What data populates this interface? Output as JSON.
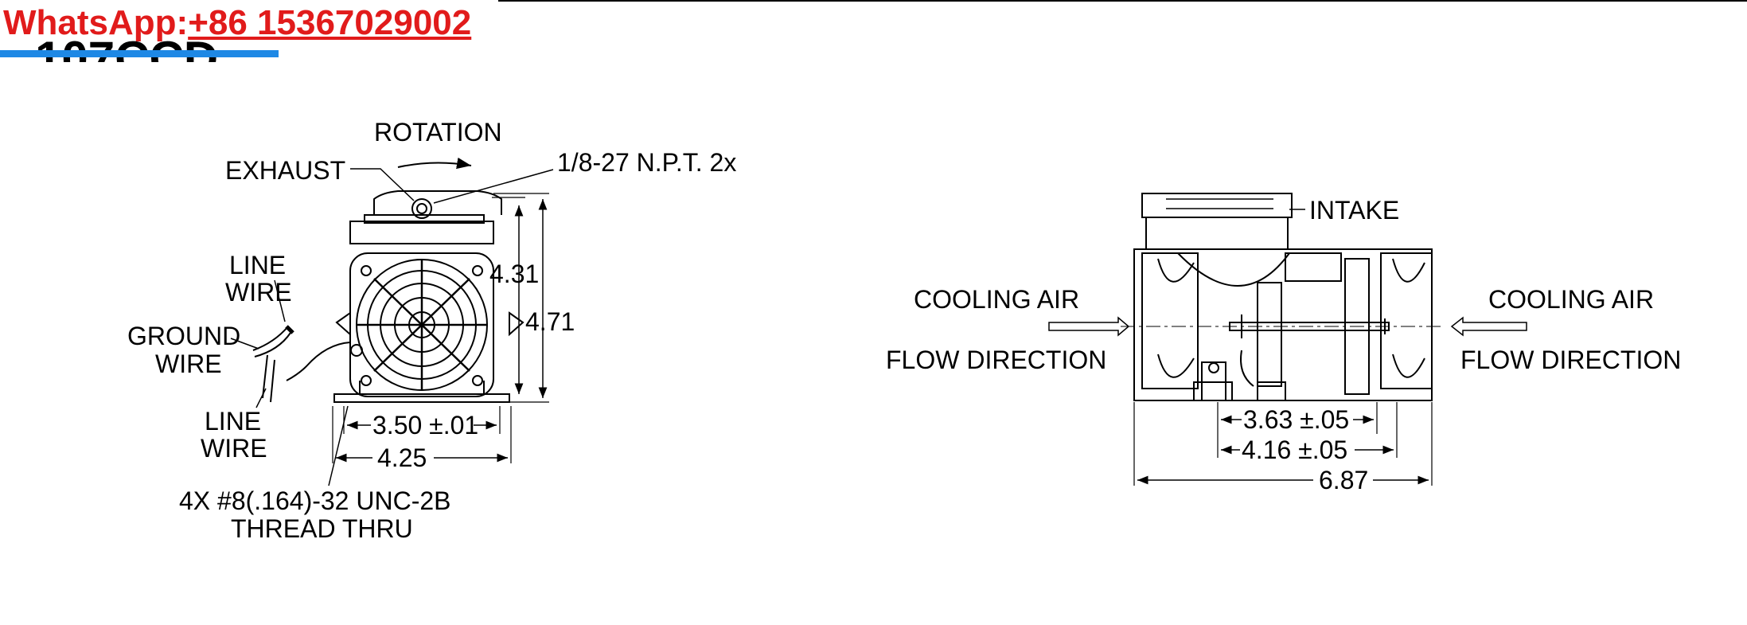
{
  "watermark": {
    "prefix": "WhatsApp:",
    "phone": "+86 15367029002",
    "color": "#e11b1b",
    "bar_color": "#1e88e5"
  },
  "model": "107CCD",
  "front_view": {
    "rotation": "ROTATION",
    "exhaust": "EXHAUST",
    "port": "1/8-27 N.P.T. 2x",
    "line_wire_top": [
      "LINE",
      "WIRE"
    ],
    "ground_wire": [
      "GROUND",
      "WIRE"
    ],
    "line_wire_bottom": [
      "LINE",
      "WIRE"
    ],
    "dim_height_inner": "4.31",
    "dim_height_outer": "4.71",
    "dim_mount_width": "3.50 ±.01",
    "dim_base_width": "4.25",
    "thread_note": [
      "4X #8(.164)-32 UNC-2B",
      "THREAD THRU"
    ]
  },
  "side_view": {
    "intake": "INTAKE",
    "left_cooling": [
      "COOLING AIR",
      "FLOW DIRECTION"
    ],
    "right_cooling": [
      "COOLING AIR",
      "FLOW DIRECTION"
    ],
    "dim_a": "3.63 ±.05",
    "dim_b": "4.16 ±.05",
    "dim_length": "6.87"
  }
}
